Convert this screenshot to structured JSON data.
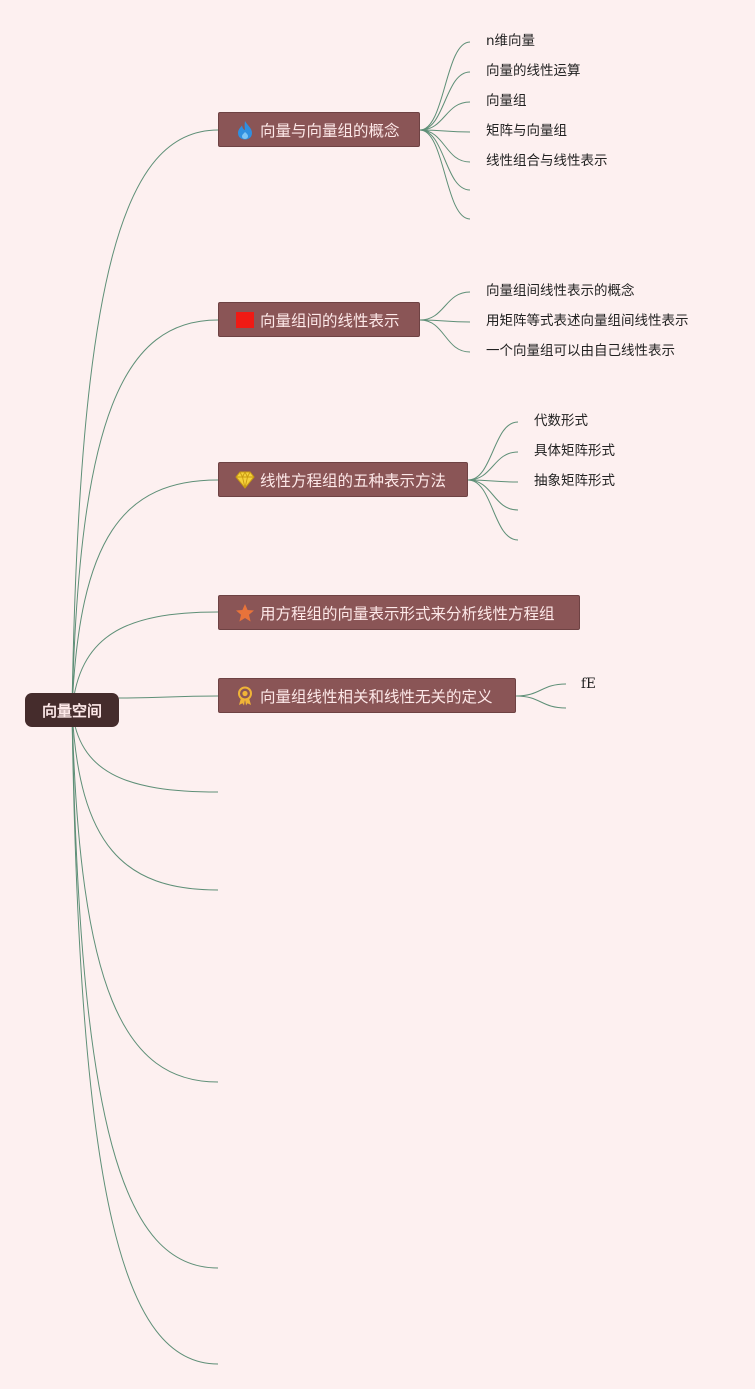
{
  "root": {
    "label": "向量空间"
  },
  "topics": [
    {
      "label": "向量与向量组的概念",
      "icon": "flame-icon",
      "icon_color": "#2f8fe0",
      "children": [
        "n维向量",
        "向量的线性运算",
        "向量组",
        "矩阵与向量组",
        "线性组合与线性表示",
        "",
        ""
      ]
    },
    {
      "label": "向量组间的线性表示",
      "icon": "flag-icon",
      "icon_color": "#f01a14",
      "children": [
        "向量组间线性表示的概念",
        "用矩阵等式表述向量组间线性表示",
        "一个向量组可以由自己线性表示"
      ]
    },
    {
      "label": "线性方程组的五种表示方法",
      "icon": "diamond-icon",
      "icon_color": "#f5d13c",
      "children": [
        "代数形式",
        "具体矩阵形式",
        "抽象矩阵形式",
        "",
        ""
      ]
    },
    {
      "label": "用方程组的向量表示形式来分析线性方程组",
      "icon": "star-icon",
      "icon_color": "#e8733a",
      "children": []
    },
    {
      "label": "向量组线性相关和线性无关的定义",
      "icon": "award-icon",
      "icon_color": "#f0b437",
      "children": [
        "fE",
        ""
      ]
    }
  ],
  "colors": {
    "background": "#fdf0f0",
    "line": "#5e8f77",
    "root_fill": "#452c2c",
    "topic_fill": "#8a5556"
  }
}
